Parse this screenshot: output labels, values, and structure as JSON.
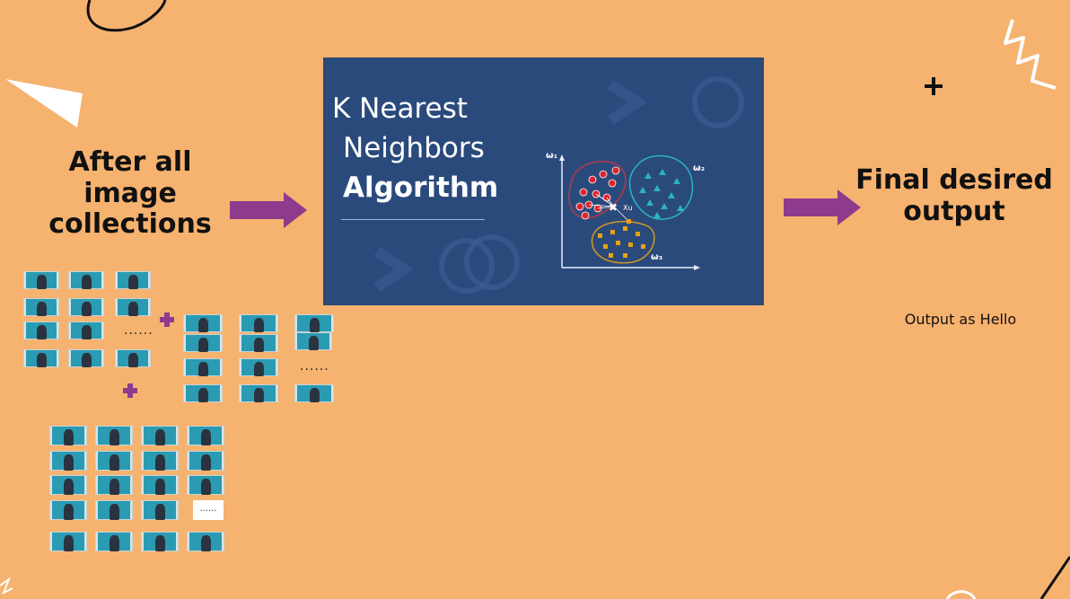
{
  "left_heading": "After all\nimage\ncollections",
  "right_heading": "Final desired\noutput",
  "output_note": "Output as Hello",
  "knn": {
    "title_line1": "K Nearest",
    "title_line2": "Neighbors",
    "title_line3": "Algorithm",
    "label_w1": "ω₁",
    "label_w2": "ω₂",
    "label_w3": "ω₃",
    "label_xu": "Xu"
  },
  "ellipsis": "......",
  "colors": {
    "background": "#f6b26f",
    "panel": "#2b4a7c",
    "arrow": "#8e3b8e",
    "class1": "#e0242c",
    "class2": "#2bb3c0",
    "class3": "#e8a213"
  },
  "icons": [
    "plus-icon",
    "arrow-right-icon",
    "image-thumbnail-icon"
  ]
}
